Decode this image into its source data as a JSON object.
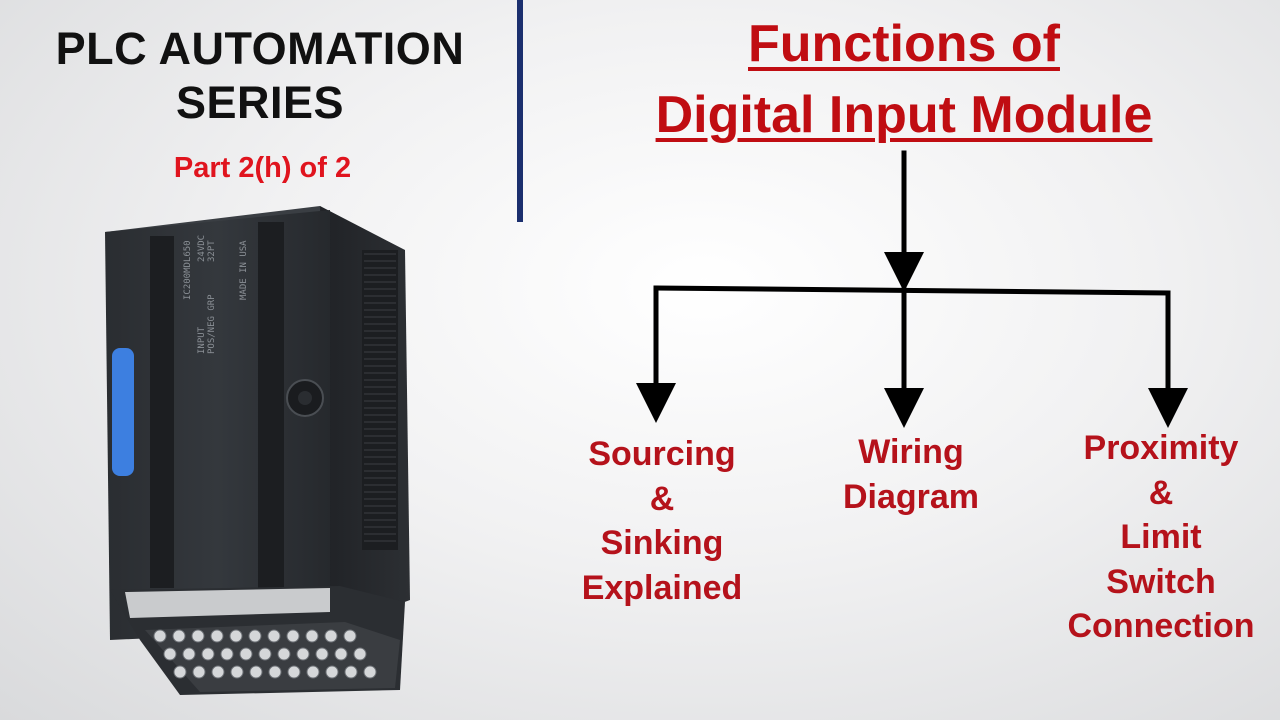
{
  "header": {
    "series_line1": "PLC AUTOMATION",
    "series_line2": "SERIES",
    "part": "Part 2(h) of 2"
  },
  "main_title": {
    "line1": "Functions of",
    "line2": "Digital Input Module"
  },
  "branches": [
    {
      "lines": [
        "Sourcing",
        "&",
        "Sinking",
        "Explained"
      ]
    },
    {
      "lines": [
        "Wiring",
        "Diagram"
      ]
    },
    {
      "lines": [
        "Proximity",
        "&",
        "Limit",
        "Switch",
        "Connection"
      ]
    }
  ],
  "module_markings": {
    "model": "IC200MDL650",
    "voltage": "24VDC",
    "points": "32PT",
    "type": "INPUT",
    "grp": "POS/NEG GRP",
    "origin": "MADE IN USA"
  },
  "colors": {
    "title_red": "#c00d12",
    "label_red": "#b5121b",
    "part_red": "#e0141e",
    "divider": "#1b2f6e",
    "module_body": "#2f3236",
    "led_blue": "#3d7fe0"
  }
}
